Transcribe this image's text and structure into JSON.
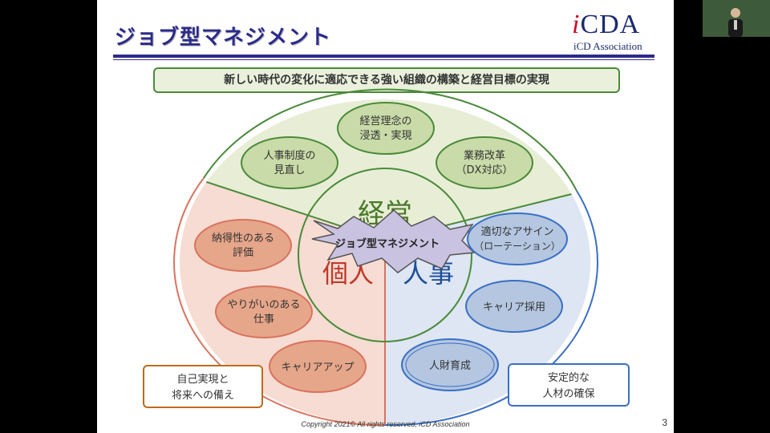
{
  "title": "ジョブ型マネジメント",
  "logo": {
    "main_i": "i",
    "main_rest": "CDA",
    "sub": "iCD Association"
  },
  "headline": "新しい時代の変化に適応できる強い組織の構築と経営目標の実現",
  "segments": {
    "top": "経営",
    "left": "個人",
    "right": "人事"
  },
  "center_burst": "ジョブ型マネジメント",
  "top_items": [
    {
      "line1": "人事制度の",
      "line2": "見直し"
    },
    {
      "line1": "経営理念の",
      "line2": "浸透・実現"
    },
    {
      "line1": "業務改革",
      "line2": "（DX対応）"
    }
  ],
  "left_items": [
    {
      "line1": "納得性のある",
      "line2": "評価"
    },
    {
      "line1": "やりがいのある",
      "line2": "仕事"
    },
    {
      "line1": "キャリアアップ",
      "line2": ""
    }
  ],
  "right_items": [
    {
      "line1": "適切なアサイン",
      "line2": "（ローテーション）"
    },
    {
      "line1": "キャリア採用",
      "line2": ""
    },
    {
      "line1": "人財育成",
      "line2": ""
    }
  ],
  "left_box": {
    "line1": "自己実現と",
    "line2": "将来への備え"
  },
  "right_box": {
    "line1": "安定的な",
    "line2": "人材の確保"
  },
  "footer": "Copyright 2021© All rights reserved, iCD Association",
  "page_number": "3",
  "colors": {
    "green": "#4a8a3a",
    "green_fill": "#e8eed6",
    "red": "#d9735f",
    "red_fill": "#f6dcd2",
    "blue": "#3a6fc4",
    "blue_fill": "#dde6f2"
  }
}
